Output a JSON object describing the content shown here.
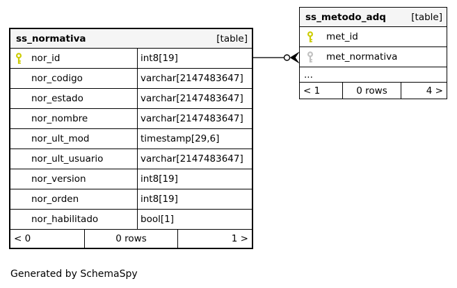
{
  "page": {
    "footer_note": "Generated by SchemaSpy"
  },
  "colors": {
    "header_bg": "#f5f5f5",
    "border": "#000000",
    "primary_key_icon": "#cccc00",
    "foreign_key_icon": "#c0c0c0",
    "relation_line": "#222222"
  },
  "relationship": {
    "from_table": "ss_normativa",
    "from_column": "nor_id",
    "to_table": "ss_metodo_adq",
    "to_column": "met_normativa",
    "style": "crow-foot-with-open-dot"
  },
  "tables": [
    {
      "name": "ss_normativa",
      "badge": "[table]",
      "columns": [
        {
          "name": "nor_id",
          "type": "int8[19]",
          "key": "primary"
        },
        {
          "name": "nor_codigo",
          "type": "varchar[2147483647]",
          "key": "none"
        },
        {
          "name": "nor_estado",
          "type": "varchar[2147483647]",
          "key": "none"
        },
        {
          "name": "nor_nombre",
          "type": "varchar[2147483647]",
          "key": "none"
        },
        {
          "name": "nor_ult_mod",
          "type": "timestamp[29,6]",
          "key": "none"
        },
        {
          "name": "nor_ult_usuario",
          "type": "varchar[2147483647]",
          "key": "none"
        },
        {
          "name": "nor_version",
          "type": "int8[19]",
          "key": "none"
        },
        {
          "name": "nor_orden",
          "type": "int8[19]",
          "key": "none"
        },
        {
          "name": "nor_habilitado",
          "type": "bool[1]",
          "key": "none"
        }
      ],
      "footer": {
        "prev": "< 0",
        "rows": "0 rows",
        "next": "1 >"
      }
    },
    {
      "name": "ss_metodo_adq",
      "badge": "[table]",
      "columns": [
        {
          "name": "met_id",
          "key": "primary"
        },
        {
          "name": "met_normativa",
          "key": "foreign"
        }
      ],
      "ellipsis": "...",
      "footer": {
        "prev": "< 1",
        "rows": "0 rows",
        "next": "4 >"
      }
    }
  ]
}
